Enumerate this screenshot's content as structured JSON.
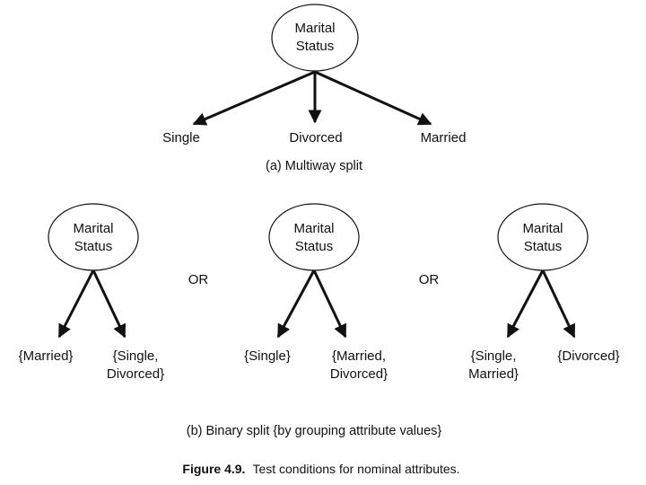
{
  "multiway": {
    "node": {
      "line1": "Marital",
      "line2": "Status"
    },
    "leaves": [
      "Single",
      "Divorced",
      "Married"
    ],
    "caption": "(a) Multiway split"
  },
  "binary": {
    "trees": [
      {
        "node": {
          "line1": "Marital",
          "line2": "Status"
        },
        "left": {
          "line1": "{Married}",
          "line2": ""
        },
        "right": {
          "line1": "{Single,",
          "line2": "Divorced}"
        }
      },
      {
        "node": {
          "line1": "Marital",
          "line2": "Status"
        },
        "left": {
          "line1": "{Single}",
          "line2": ""
        },
        "right": {
          "line1": "{Married,",
          "line2": "Divorced}"
        }
      },
      {
        "node": {
          "line1": "Marital",
          "line2": "Status"
        },
        "left": {
          "line1": "{Single,",
          "line2": "Married}"
        },
        "right": {
          "line1": "{Divorced}",
          "line2": ""
        }
      }
    ],
    "separators": [
      "OR",
      "OR"
    ],
    "caption": "(b) Binary split {by grouping attribute values}"
  },
  "figure": {
    "label": "Figure 4.9.",
    "text": "Test conditions for nominal attributes."
  }
}
